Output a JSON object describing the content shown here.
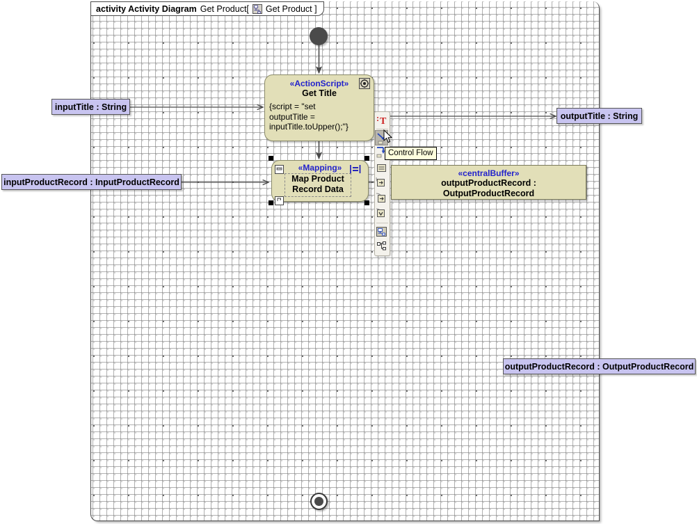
{
  "frame": {
    "keyword": "activity Activity Diagram",
    "name_prefix": "Get Product[",
    "icon": "activity-diagram-icon",
    "name_suffix": "Get Product ]"
  },
  "nodes": {
    "initial": {
      "name": "initial-node",
      "label": ""
    },
    "final": {
      "name": "activity-final-node",
      "label": ""
    },
    "action_script": {
      "stereotype": "«ActionScript»",
      "name": "Get Title",
      "body_line1": "{script = \"set",
      "body_line2": "outputTitle =",
      "body_line3": "inputTitle.toUpper();\"}",
      "icon": "gear-icon"
    },
    "mapping": {
      "stereotype": "«Mapping»",
      "name_line1": "Map Product",
      "name_line2": "Record Data",
      "icon": "mapping-equals-icon",
      "selected": true
    },
    "central_buffer": {
      "stereotype": "«centralBuffer»",
      "name": "outputProductRecord : OutputProductRecord"
    }
  },
  "parameters": {
    "input_title": "inputTitle : String",
    "input_product_record": "inputProductRecord : InputProductRecord",
    "output_title": "outputTitle : String",
    "output_product_record": "outputProductRecord : OutputProductRecord"
  },
  "palette": {
    "tooltip": "Control Flow",
    "items": [
      {
        "name": "text-tool",
        "icon": "text-T-icon",
        "selected": false
      },
      {
        "name": "control-flow-tool",
        "icon": "control-flow-arrow-icon",
        "selected": true
      },
      {
        "name": "object-flow-tool",
        "icon": "object-flow-arrow-icon",
        "selected": false
      },
      {
        "name": "action-node-tool",
        "icon": "action-rectangle-icon",
        "selected": false
      },
      {
        "name": "input-pin-tool",
        "icon": "input-pin-icon",
        "selected": false
      },
      {
        "name": "output-pin-tool",
        "icon": "output-pin-icon",
        "selected": false
      },
      {
        "name": "value-pin-tool",
        "icon": "value-pin-icon",
        "selected": false
      },
      {
        "name": "activity-tool",
        "icon": "activity-frame-icon",
        "selected": false
      },
      {
        "name": "structured-node-tool",
        "icon": "structured-node-icon",
        "selected": false
      }
    ]
  },
  "colors": {
    "action_fill": "#e2dfb8",
    "param_fill": "#c8c4f0",
    "stereotype_text": "#2222cc",
    "tooltip_bg": "#ffffdd",
    "frame_border": "#4a4a4a"
  }
}
